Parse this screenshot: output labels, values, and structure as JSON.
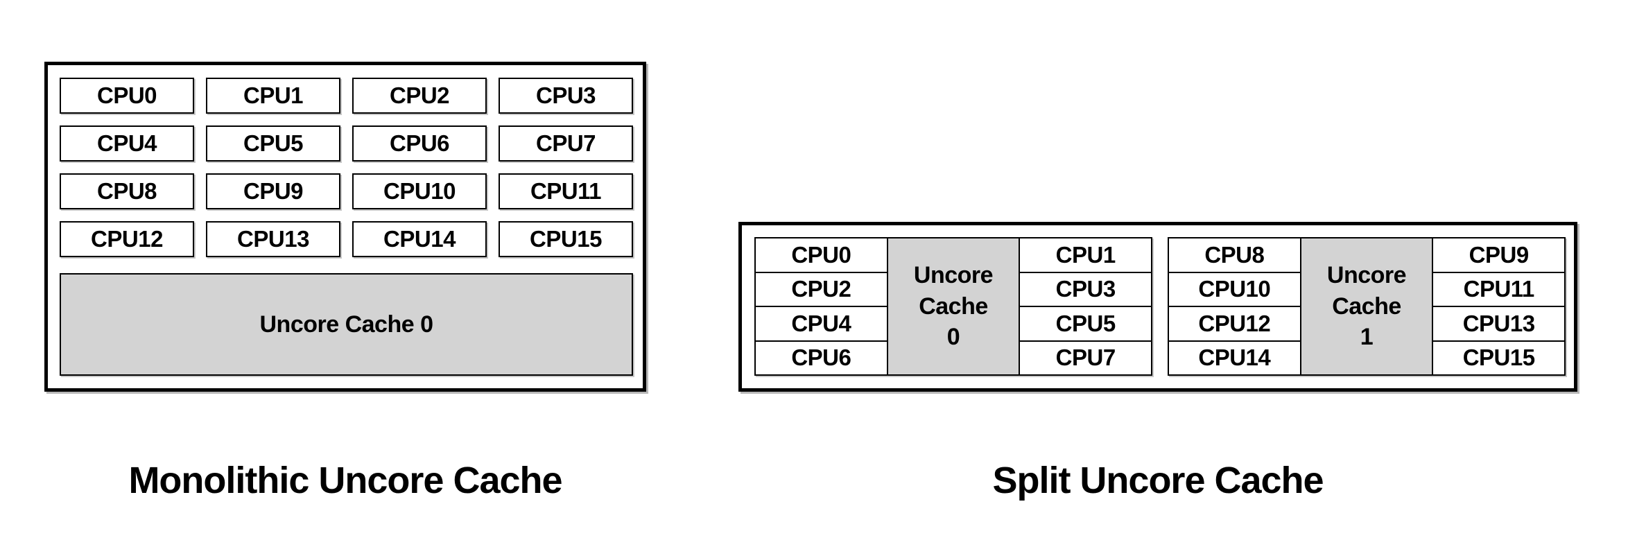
{
  "diagram_left": {
    "caption": "Monolithic Uncore Cache",
    "cache_label": "Uncore Cache 0",
    "cpus": [
      "CPU0",
      "CPU1",
      "CPU2",
      "CPU3",
      "CPU4",
      "CPU5",
      "CPU6",
      "CPU7",
      "CPU8",
      "CPU9",
      "CPU10",
      "CPU11",
      "CPU12",
      "CPU13",
      "CPU14",
      "CPU15"
    ]
  },
  "diagram_right": {
    "caption": "Split Uncore Cache",
    "groups": [
      {
        "left_cpus": [
          "CPU0",
          "CPU2",
          "CPU4",
          "CPU6"
        ],
        "cache_label": "Uncore Cache 0",
        "right_cpus": [
          "CPU1",
          "CPU3",
          "CPU5",
          "CPU7"
        ]
      },
      {
        "left_cpus": [
          "CPU8",
          "CPU10",
          "CPU12",
          "CPU14"
        ],
        "cache_label": "Uncore Cache 1",
        "right_cpus": [
          "CPU9",
          "CPU11",
          "CPU13",
          "CPU15"
        ]
      }
    ]
  },
  "colors": {
    "cache_fill": "#d3d3d3",
    "border": "#000000",
    "background": "#ffffff",
    "text": "#000000"
  }
}
